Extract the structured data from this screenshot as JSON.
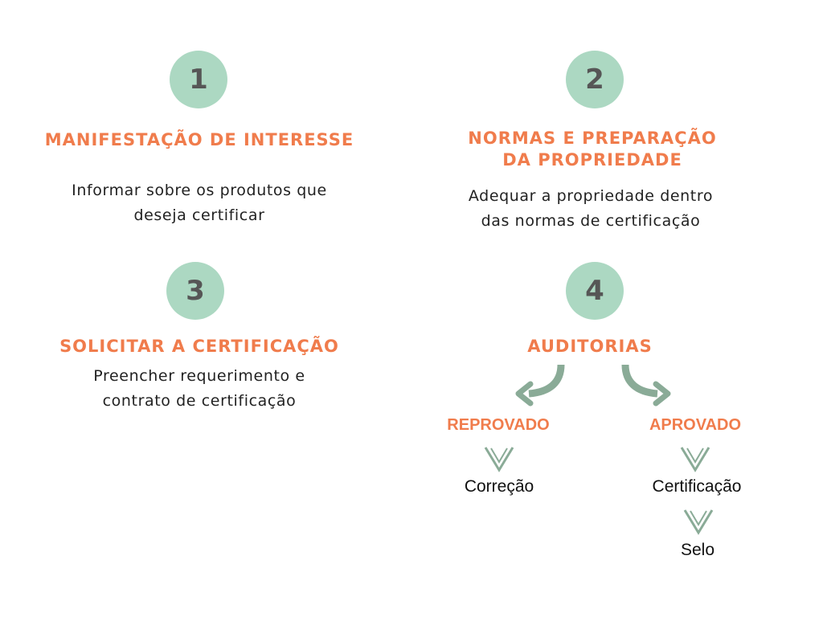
{
  "steps": [
    {
      "number": "1",
      "title": "MANIFESTAÇÃO DE INTERESSE",
      "description": "Informar sobre os produtos que\ndeseja certificar"
    },
    {
      "number": "2",
      "title": "NORMAS E PREPARAÇÃO\nDA PROPRIEDADE",
      "description": "Adequar a propriedade dentro\ndas normas de certificação"
    },
    {
      "number": "3",
      "title": "SOLICITAR A CERTIFICAÇÃO",
      "description": "Preencher requerimento e\ncontrato de certificação"
    },
    {
      "number": "4",
      "title": "AUDITORIAS"
    }
  ],
  "audit_outcomes": {
    "failed": {
      "label": "REPROVADO",
      "result": "Correção"
    },
    "passed": {
      "label": "APROVADO",
      "result": "Certificação",
      "final": "Selo"
    }
  },
  "colors": {
    "accent": "#f07c4c",
    "circle": "#acd8c2",
    "number": "#565656",
    "arrow": "#8aab97"
  },
  "icons": [
    "curved-arrow-left-icon",
    "curved-arrow-right-icon",
    "chevron-down-icon"
  ]
}
